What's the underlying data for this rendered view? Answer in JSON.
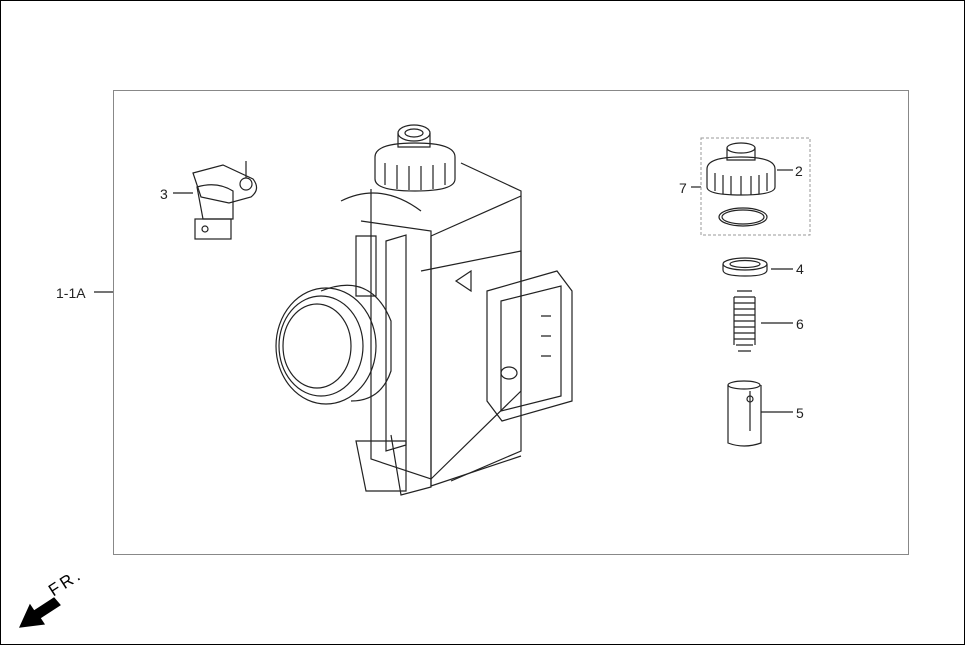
{
  "callouts": {
    "assembly": "1-1A",
    "c2": "2",
    "c3": "3",
    "c4": "4",
    "c5": "5",
    "c6": "6",
    "c7": "7"
  },
  "direction": {
    "label": "FR.",
    "icon": "arrow-down-left-icon"
  }
}
